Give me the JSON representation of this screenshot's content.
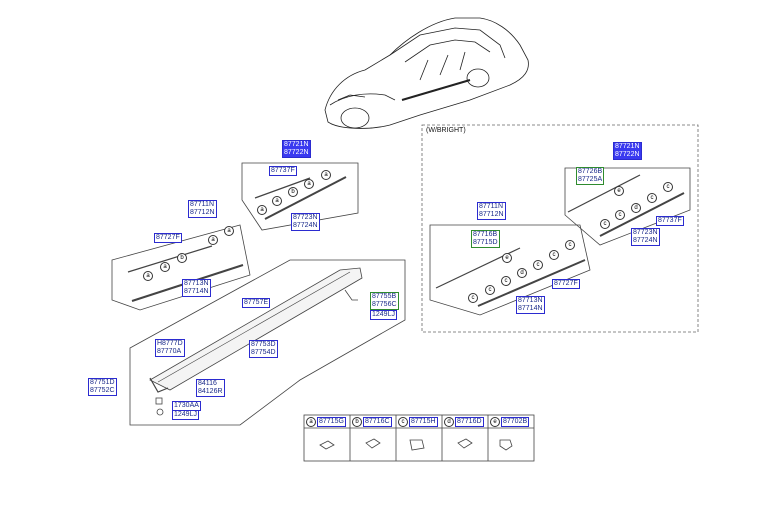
{
  "title_note": "(W/BRIGHT)",
  "labels": {
    "top_pair": [
      "87721N",
      "87722N"
    ],
    "top_f": "87737F",
    "top_n2": [
      "87723N",
      "87724N"
    ],
    "left_pair": [
      "87711N",
      "87712N"
    ],
    "left_f": "87727F",
    "left_n2": [
      "87713N",
      "87714N"
    ],
    "sill_e": "87757E",
    "sill_d": [
      "87753D",
      "87754D"
    ],
    "h_pair": [
      "H8777D",
      "87770A"
    ],
    "side_d": [
      "87751D",
      "87752C"
    ],
    "clip_a": [
      "84116",
      "84126R"
    ],
    "screw_a": "1730AA",
    "screw_b": "1249LJ",
    "bracket_b": [
      "87755B",
      "87756C"
    ],
    "bracket_screw": "1249LJ",
    "br_top_pair": [
      "87721N",
      "87722N"
    ],
    "br_726": [
      "87726B",
      "87725A"
    ],
    "br_737": "87737F",
    "br_723": [
      "87723N",
      "87724N"
    ],
    "br_left_pair": [
      "87711N",
      "87712N"
    ],
    "br_716": [
      "87716B",
      "87715D"
    ],
    "br_727": "87727F",
    "br_713": [
      "87713N",
      "87714N"
    ]
  },
  "legend": [
    {
      "letter": "a",
      "code": "87715G"
    },
    {
      "letter": "b",
      "code": "87716C"
    },
    {
      "letter": "c",
      "code": "87715H"
    },
    {
      "letter": "d",
      "code": "87716D"
    },
    {
      "letter": "e",
      "code": "87702B"
    }
  ],
  "colors": {
    "label_border": "#2b2bd0",
    "green_border": "#2e8b2e",
    "highlight": "#3a3af0"
  }
}
